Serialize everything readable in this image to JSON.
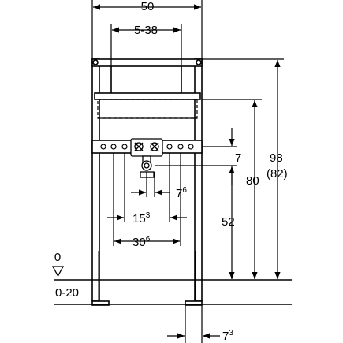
{
  "dimensions": {
    "overall_width": {
      "text": "50"
    },
    "span": {
      "text": "5-38"
    },
    "height_7": {
      "text": "7"
    },
    "offset_7_6": {
      "main": "7",
      "sup": "6"
    },
    "spacing_15_3": {
      "main": "15",
      "sup": "3"
    },
    "spacing_30_6": {
      "main": "30",
      "sup": "6"
    },
    "height_52": {
      "text": "52"
    },
    "height_80": {
      "text": "80"
    },
    "height_98": {
      "text": "98"
    },
    "height_82_alt": {
      "text": "(82)"
    },
    "bottom_7_3": {
      "main": "7",
      "sup": "3"
    }
  },
  "floor": {
    "level_zero": "0",
    "level_range": "0-20"
  },
  "colors": {
    "line": "#000000",
    "frame_fill": "#ffffff",
    "mount_fill": "#666666"
  }
}
